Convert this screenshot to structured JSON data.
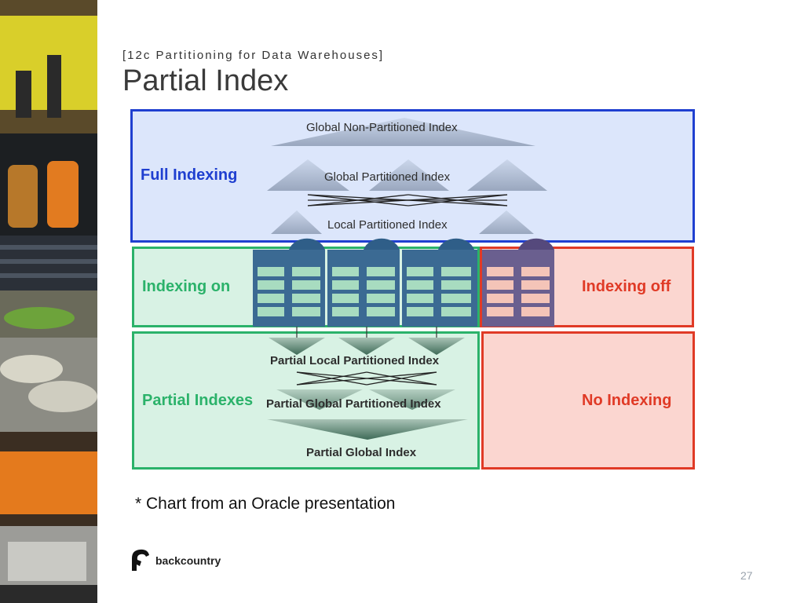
{
  "header": {
    "subtitle": "[12c Partitioning for Data Warehouses]",
    "title": "Partial Index"
  },
  "diagram": {
    "full_indexing": "Full Indexing",
    "global_non_partitioned": "Global Non-Partitioned Index",
    "global_partitioned": "Global Partitioned Index",
    "local_partitioned": "Local Partitioned Index",
    "indexing_on": "Indexing on",
    "indexing_off": "Indexing off",
    "partial_indexes": "Partial Indexes",
    "partial_local_partitioned": "Partial Local Partitioned Index",
    "partial_global_partitioned": "Partial Global Partitioned Index",
    "partial_global": "Partial Global Index",
    "no_indexing": "No Indexing"
  },
  "footnote": "* Chart from an Oracle presentation",
  "logo": {
    "text": "backcountry"
  },
  "page_number": "27",
  "colors": {
    "full_panel_bg": "#dce6fb",
    "full_panel_border": "#1f3fd0",
    "on_panel_bg": "#d8f2e4",
    "on_panel_border": "#2bb26a",
    "off_panel_bg": "#fbd6d0",
    "off_panel_border": "#e03a26"
  }
}
